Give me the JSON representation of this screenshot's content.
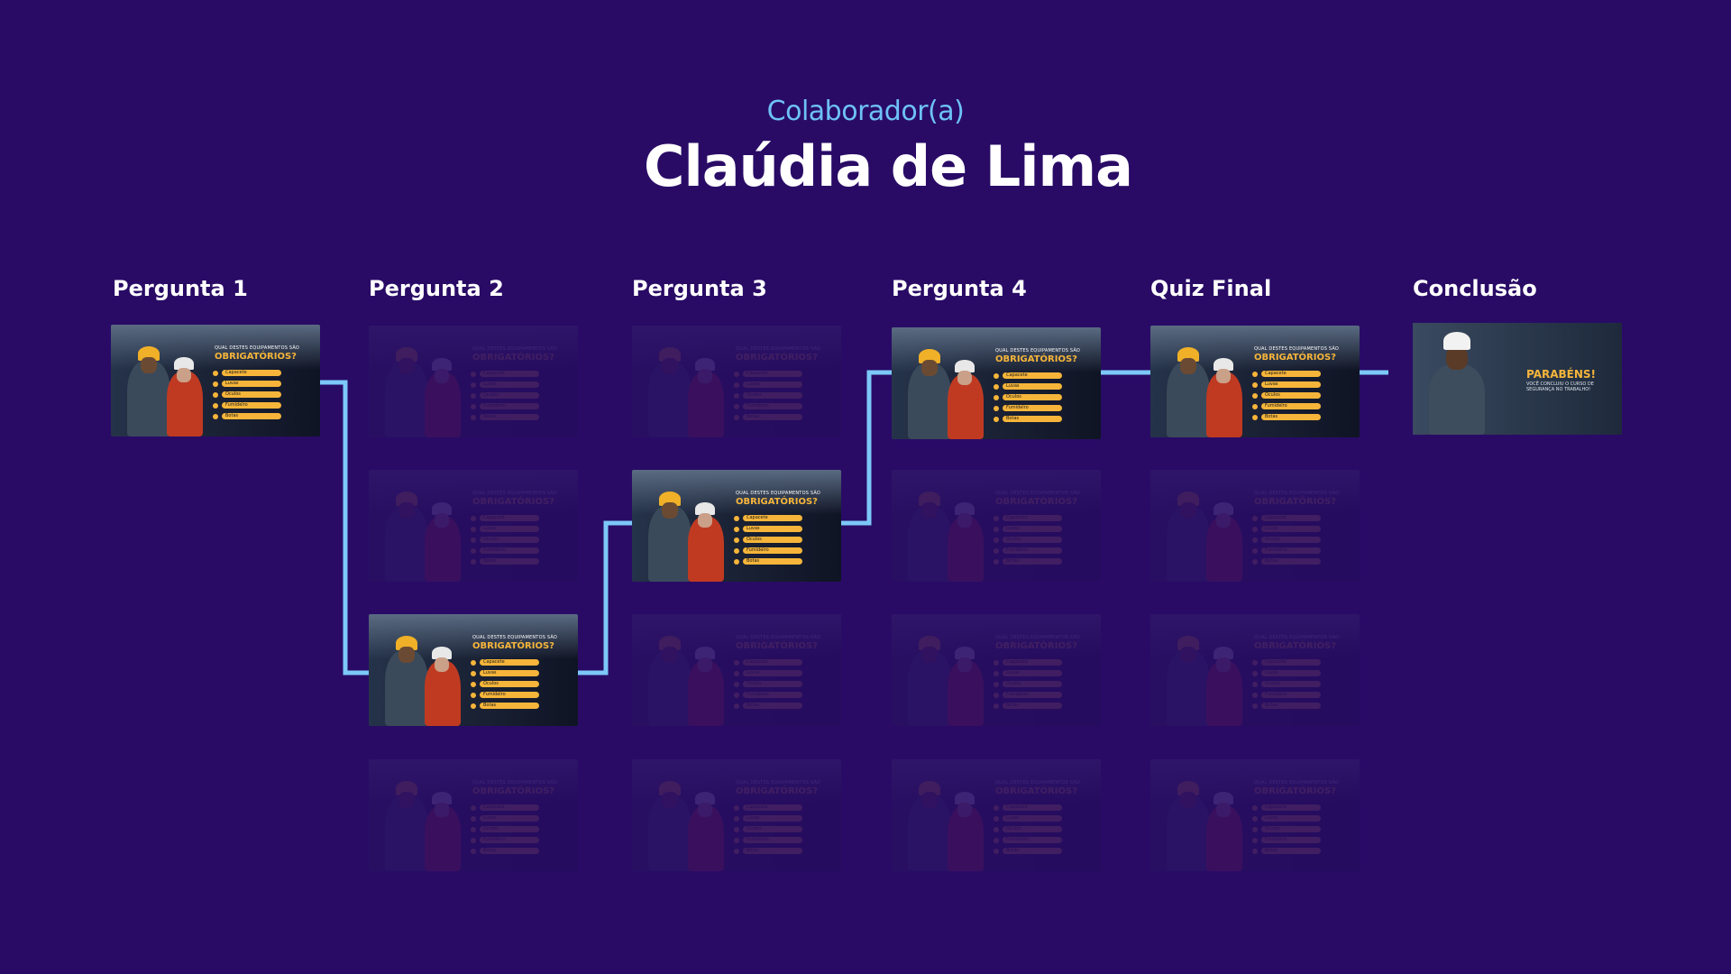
{
  "header": {
    "role_label": "Colaborador(a)",
    "name": "Claúdia de Lima"
  },
  "columns": [
    {
      "label": "Pergunta 1"
    },
    {
      "label": "Pergunta 2"
    },
    {
      "label": "Pergunta 3"
    },
    {
      "label": "Pergunta 4"
    },
    {
      "label": "Quiz Final"
    },
    {
      "label": "Conclusão"
    }
  ],
  "slide": {
    "question_small": "QUAL DESTES EQUIPAMENTOS SÃO",
    "question_big": "OBRIGATÓRIOS?",
    "options": [
      "Capacete",
      "Luvas",
      "Óculos",
      "Fumidelro",
      "Botas"
    ]
  },
  "conclusion": {
    "title": "PARABÉNS!",
    "text": "VOCÊ CONCLUIU O CURSO DE SEGURANÇA NO TRABALHO!"
  },
  "colors": {
    "background": "#290b66",
    "path_line": "#7cc8f8",
    "accent": "#f6b53a"
  },
  "path": {
    "selected_option_rows": [
      1,
      3,
      2,
      1,
      1,
      1
    ]
  }
}
